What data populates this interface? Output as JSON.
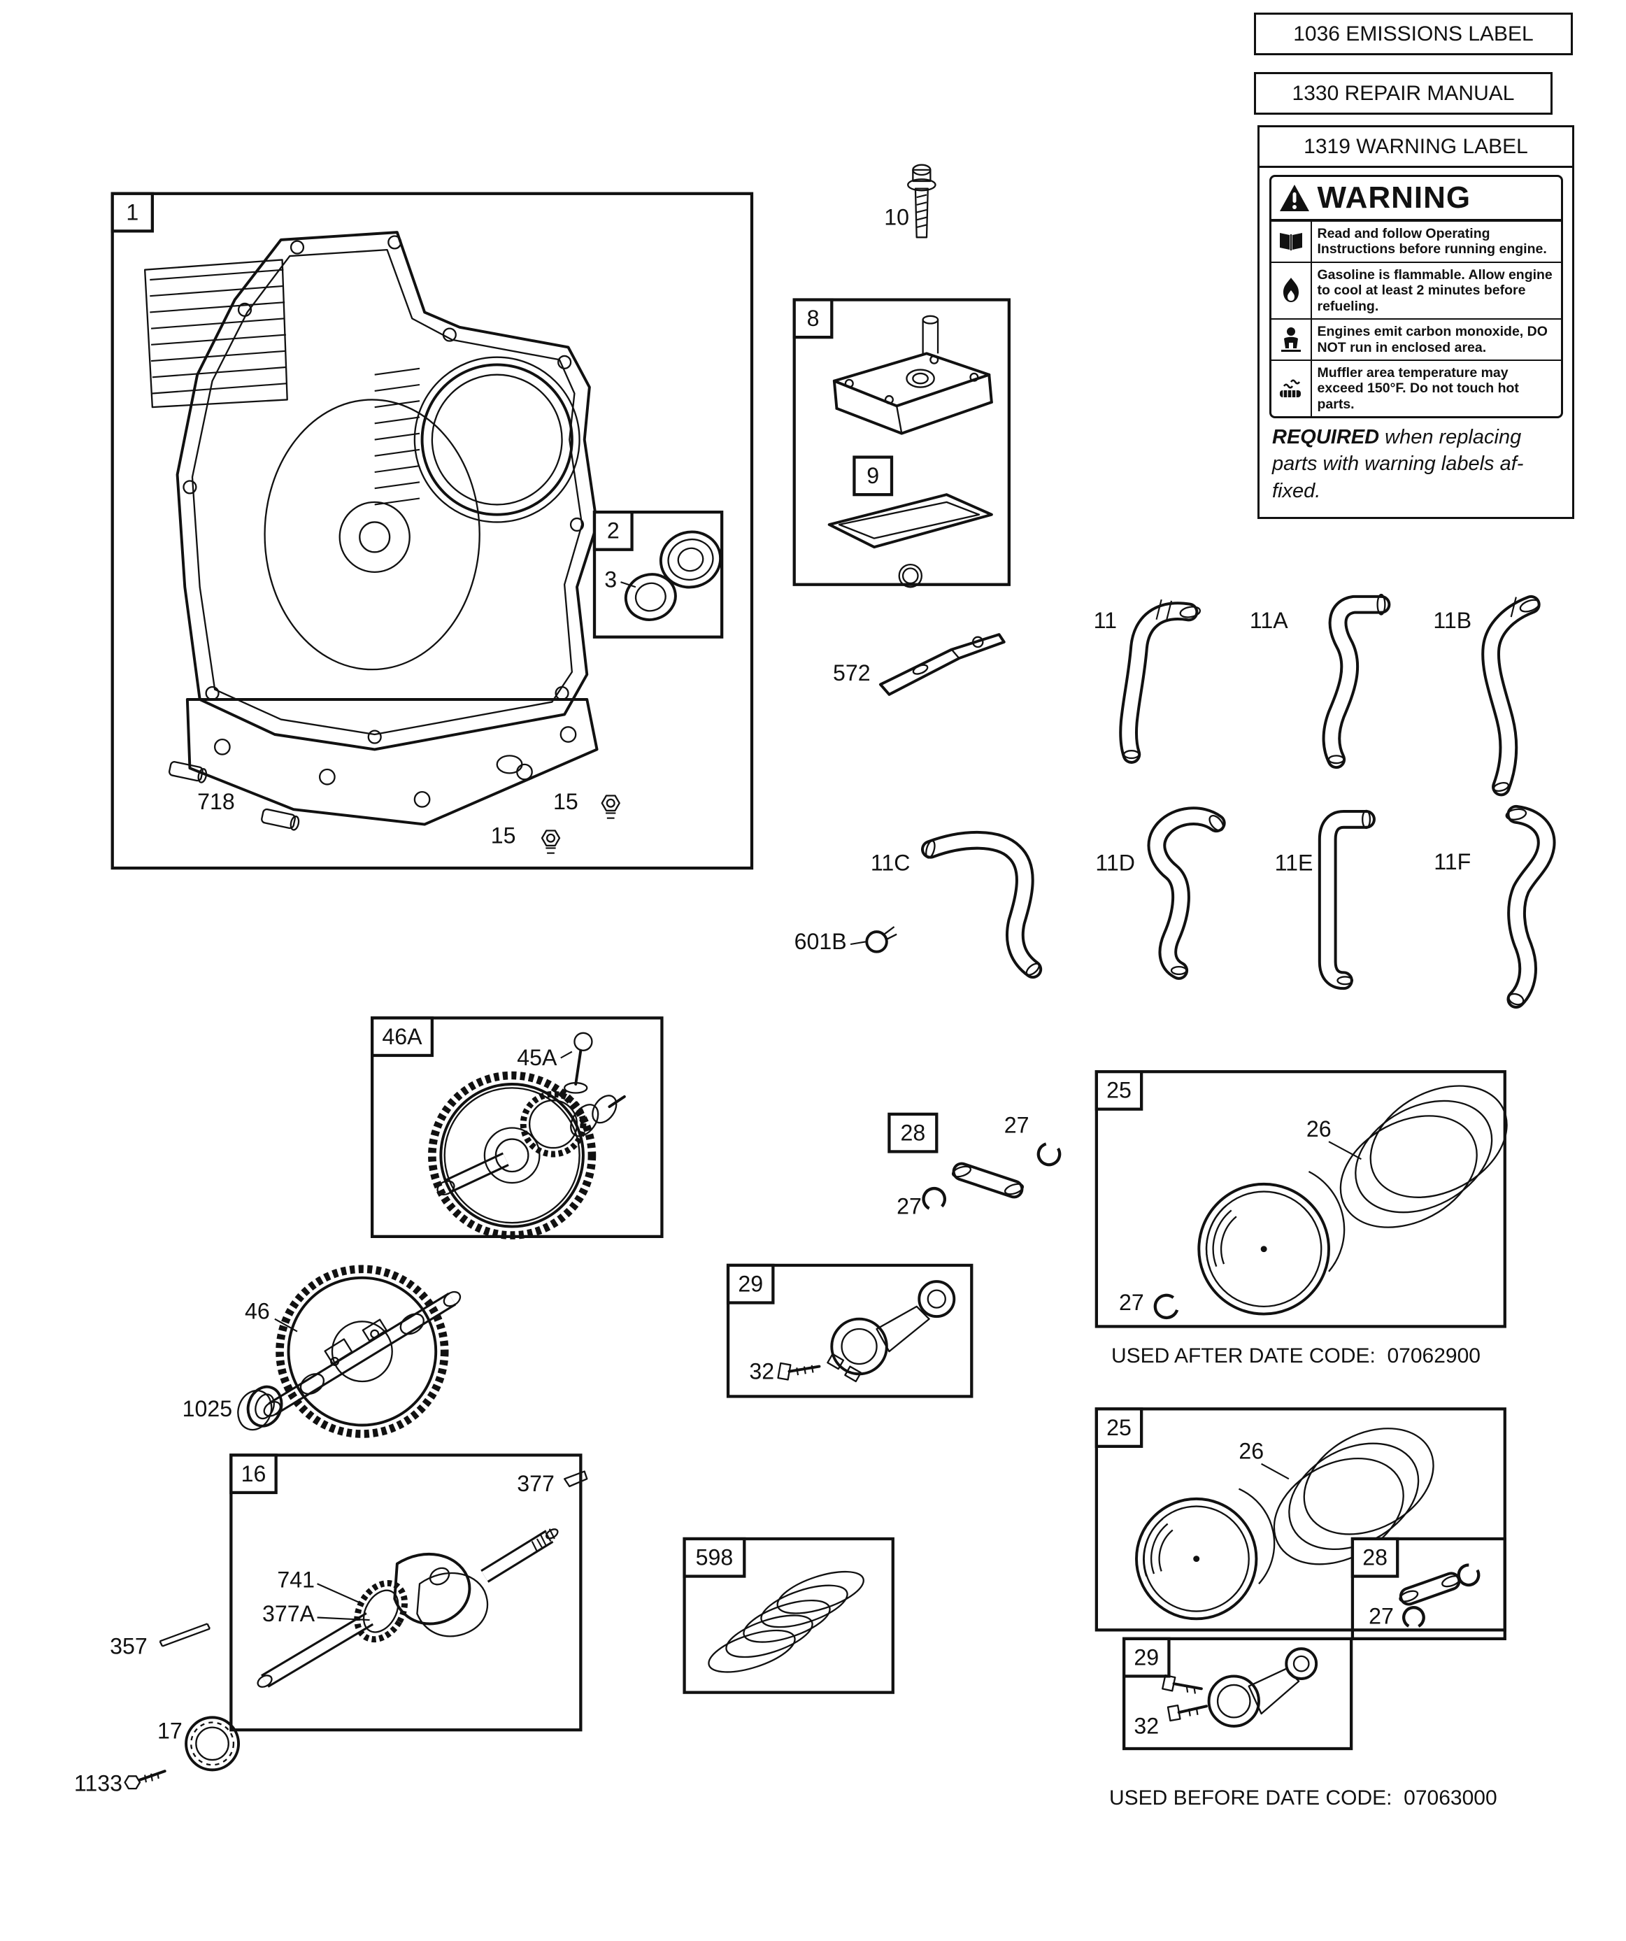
{
  "page": {
    "background": "#ffffff",
    "ink": "#111111"
  },
  "top_boxes": {
    "emissions_label": "1036 EMISSIONS LABEL",
    "repair_manual": "1330 REPAIR MANUAL",
    "warning_label": "1319 WARNING LABEL"
  },
  "warning_sign": {
    "title": "WARNING",
    "rows": [
      {
        "icon": "book-icon",
        "text": "Read and follow Operating Instructions before running engine."
      },
      {
        "icon": "flame-icon",
        "text": "Gasoline is flammable. Allow engine to cool at least 2 minutes before refueling."
      },
      {
        "icon": "person-gas-icon",
        "text": "Engines emit carbon monoxide, DO NOT run in enclosed area."
      },
      {
        "icon": "muffler-icon",
        "text": "Muffler area temperature may exceed 150°F.  Do not touch hot parts."
      }
    ],
    "required_bold": "REQUIRED",
    "required_line1_rest": " when replacing",
    "required_line2": "parts with warning labels af-",
    "required_line3": "fixed."
  },
  "callouts": {
    "n1": "1",
    "n2": "2",
    "n3": "3",
    "n8": "8",
    "n9": "9",
    "n10": "10",
    "n11": "11",
    "n11a": "11A",
    "n11b": "11B",
    "n11c": "11C",
    "n11d": "11D",
    "n11e": "11E",
    "n11f": "11F",
    "n15": "15",
    "n16": "16",
    "n17": "17",
    "n25": "25",
    "n26": "26",
    "n27": "27",
    "n28": "28",
    "n29": "29",
    "n32": "32",
    "n45a": "45A",
    "n46": "46",
    "n46a": "46A",
    "n357": "357",
    "n377": "377",
    "n377a": "377A",
    "n572": "572",
    "n598": "598",
    "n601b": "601B",
    "n718": "718",
    "n741": "741",
    "n1025": "1025",
    "n1133": "1133"
  },
  "notes": {
    "used_after": "USED AFTER DATE CODE:  07062900",
    "used_before": "USED BEFORE DATE CODE:  07063000"
  }
}
